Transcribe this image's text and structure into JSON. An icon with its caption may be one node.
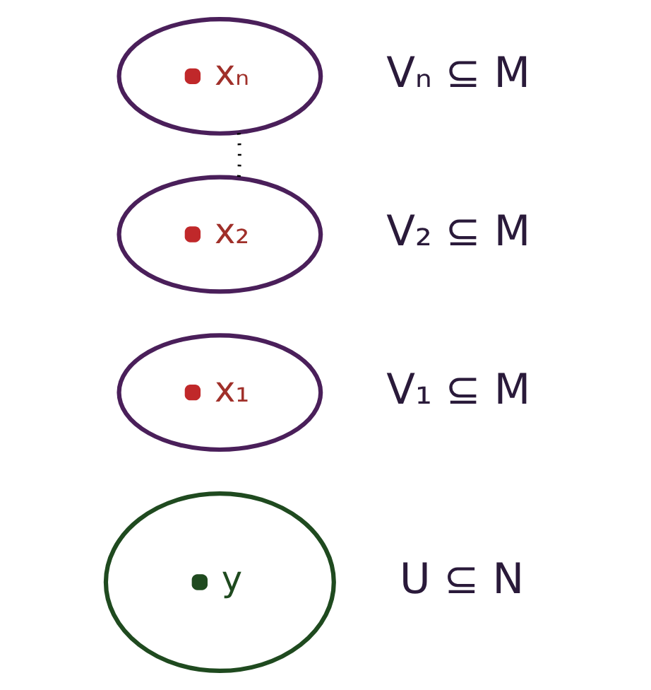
{
  "diagram": {
    "nodes": [
      {
        "text": [
          "xₙ"
        ],
        "beside": [
          "Vₙ ⊆ M"
        ]
      },
      {
        "text": [
          "x₂"
        ],
        "beside": [
          "V₂ ⊆ M"
        ]
      },
      {
        "text": [
          "x₁"
        ],
        "beside": [
          "V₁ ⊆ M"
        ]
      },
      {
        "text": [
          "y"
        ],
        "beside": [
          "U ⊆ N"
        ]
      }
    ],
    "edges": [
      {
        "from": 0,
        "to": 1,
        "arrow": "none",
        "style": "dashed"
      }
    ]
  }
}
